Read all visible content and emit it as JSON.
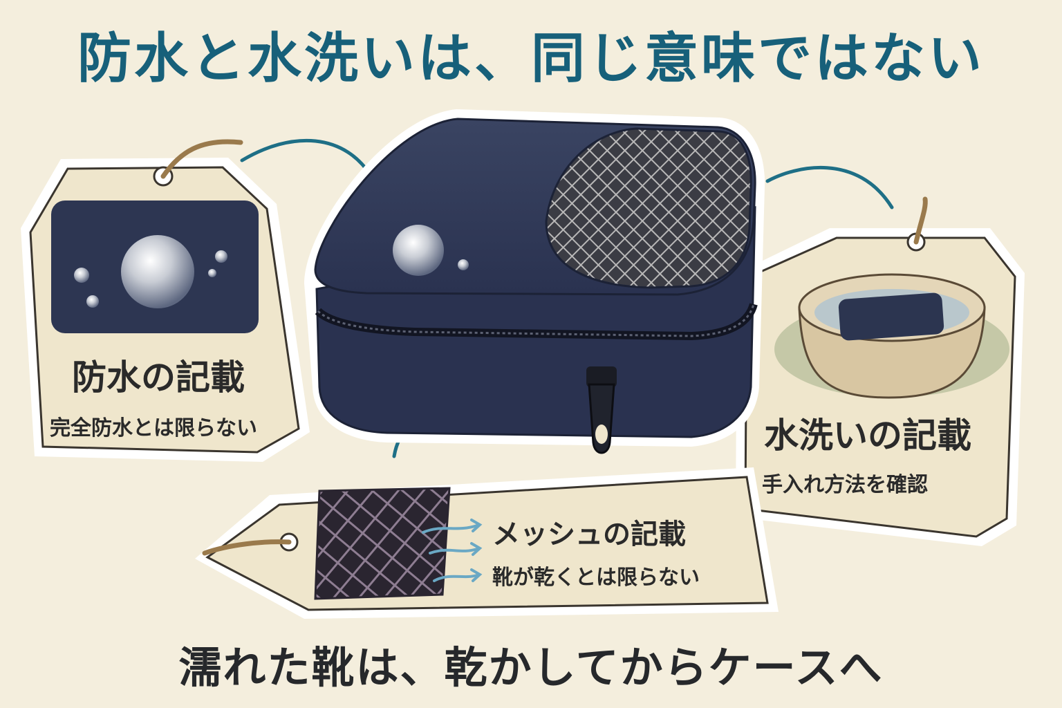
{
  "title": "防水と水洗いは、同じ意味ではない",
  "tags": {
    "waterproof": {
      "heading": "防水の記載",
      "note": "完全防水とは限らない"
    },
    "washable": {
      "heading": "水洗いの記載",
      "note": "手入れ方法を確認"
    },
    "mesh": {
      "heading": "メッシュの記載",
      "note": "靴が乾くとは限らない"
    }
  },
  "footer": "濡れた靴は、乾かしてからケースへ",
  "colors": {
    "title": "#17607a",
    "connector": "#1e6f86",
    "case": "#2c3550",
    "tag": "#efe6cc",
    "background": "#f4eedd"
  }
}
